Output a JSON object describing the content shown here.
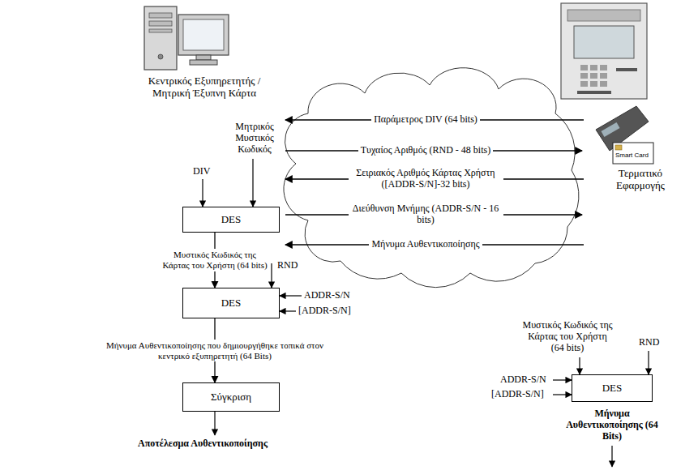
{
  "diagram": {
    "nodes": [
      {
        "text": [
          "DES"
        ]
      },
      {
        "text": [
          "DES"
        ]
      },
      {
        "text": [
          "Σύγκριση"
        ]
      },
      {
        "text": [
          "DES"
        ]
      }
    ],
    "edges": [
      {
        "from": 0,
        "to": 1,
        "arrow": "to",
        "label": "Μυστικός Κωδικός της Κάρτας του Χρήστη (64 bits)"
      },
      {
        "from": 1,
        "to": 2,
        "arrow": "to",
        "label": "Μήνυμα Αυθεντικοποίησης που δημιουργήθηκε τοπικά στον κεντρικό εξυπηρετητή (64 Bits)"
      }
    ],
    "labels": [
      "Κεντρικός Εξυπηρετητής / Μητρική Έξυπνη Κάρτα",
      "Smart Card",
      "Τερματικό Εφαρμογής",
      "Παράμετρος DIV (64 bits)",
      "Τυχαίος Αριθμός (RND - 48 bits)",
      "Σειριακός Αριθμός Κάρτας Χρήστη ([ADDR-S/N]-32 bits)",
      "Διεύθυνση Μνήμης (ADDR-S/N - 16 bits)",
      "Μήνυμα Αυθεντικοποίησης",
      "DIV",
      "Μητρικός Μυστικός Κωδικός",
      "RND",
      "ADDR-S/N",
      "[ADDR-S/N]",
      "Αποτέλεσμα Αυθεντικοποίησης",
      "Μυστικός Κωδικός της Κάρτας του Χρήστη (64 bits)",
      "RND",
      "ADDR-S/N",
      "[ADDR-S/N]",
      "Μήνυμα Αυθεντικοποίησης (64 Bits)"
    ]
  }
}
